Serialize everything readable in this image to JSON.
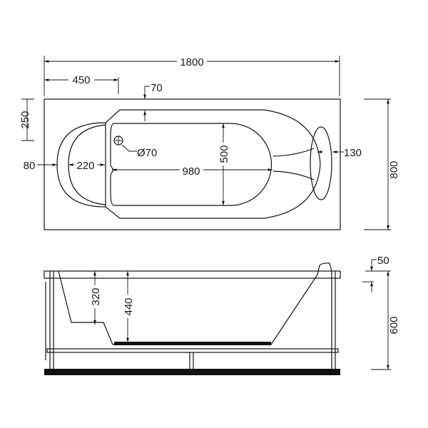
{
  "top_view": {
    "dims": {
      "overall_length": "1800",
      "headrest_offset": "450",
      "rim_width": "70",
      "edge_offset": "250",
      "overall_width": "800",
      "end_gap": "80",
      "headrest_depth": "220",
      "bowl_length": "980",
      "bowl_width": "500",
      "pillow_width": "130",
      "drain_diameter": "Ø70"
    }
  },
  "side_view": {
    "dims": {
      "seat_depth": "320",
      "bath_depth": "440",
      "rim_thickness": "50",
      "overall_height": "600"
    }
  }
}
